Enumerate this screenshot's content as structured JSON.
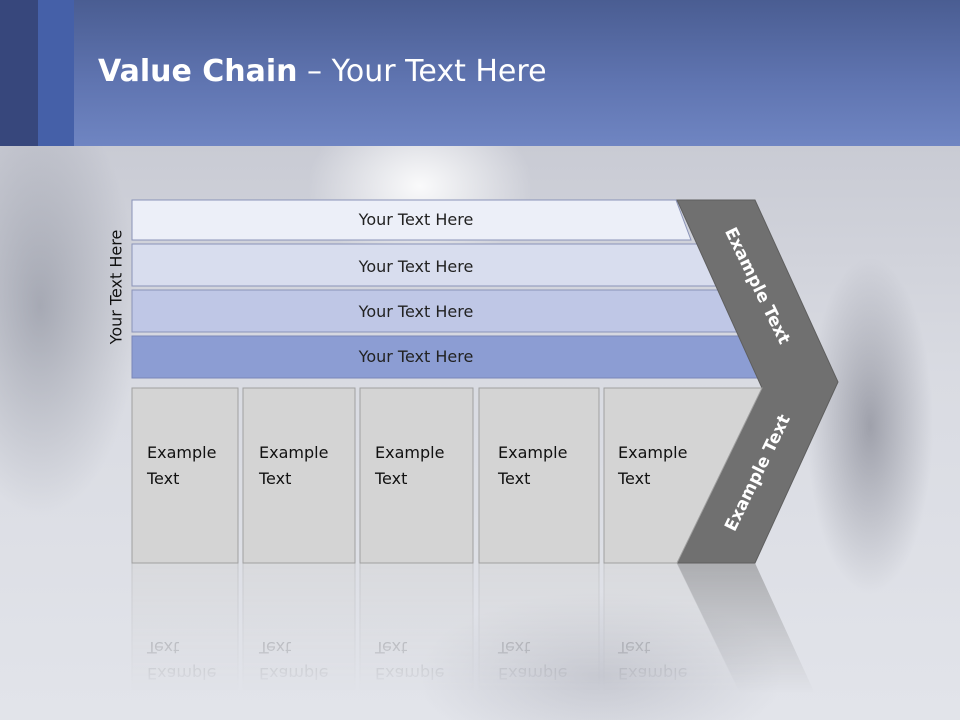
{
  "slide": {
    "title_bold": "Value Chain",
    "title_rest": " – Your Text Here",
    "side_label": "Your Text Here"
  },
  "rows": [
    {
      "label": "Your Text Here",
      "color": "#eceff8"
    },
    {
      "label": "Your Text Here",
      "color": "#d8ddee"
    },
    {
      "label": "Your Text Here",
      "color": "#bfc7e6"
    },
    {
      "label": "Your Text Here",
      "color": "#8c9dd3"
    }
  ],
  "boxes": [
    {
      "line1": "Example",
      "line2": "Text"
    },
    {
      "line1": "Example",
      "line2": "Text"
    },
    {
      "line1": "Example",
      "line2": "Text"
    },
    {
      "line1": "Example",
      "line2": "Text"
    },
    {
      "line1": "Example",
      "line2": "Text"
    }
  ],
  "chevron": {
    "upper": "Example Text",
    "lower": "Example Text",
    "color": "#707070"
  }
}
